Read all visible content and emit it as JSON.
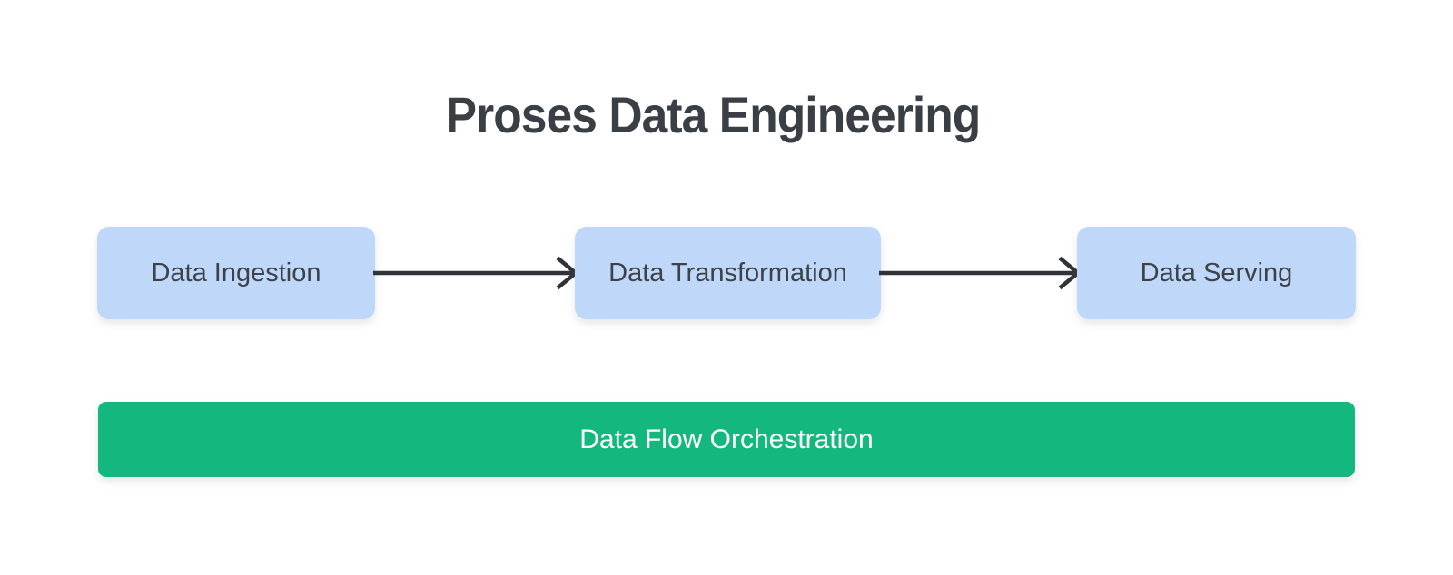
{
  "title": "Proses Data Engineering",
  "flow": {
    "nodes": [
      {
        "label": "Data Ingestion"
      },
      {
        "label": "Data Transformation"
      },
      {
        "label": "Data Serving"
      }
    ],
    "connector_icon": "right-arrow-icon"
  },
  "orchestration_bar": {
    "label": "Data Flow Orchestration"
  },
  "colors": {
    "box_fill": "#bfd8fa",
    "box_text": "#3d4249",
    "arrow": "#30343a",
    "bar_fill": "#14b87e",
    "bar_text": "#ffffff",
    "title_text": "#3a3e45",
    "canvas_bg": "#ffffff"
  }
}
